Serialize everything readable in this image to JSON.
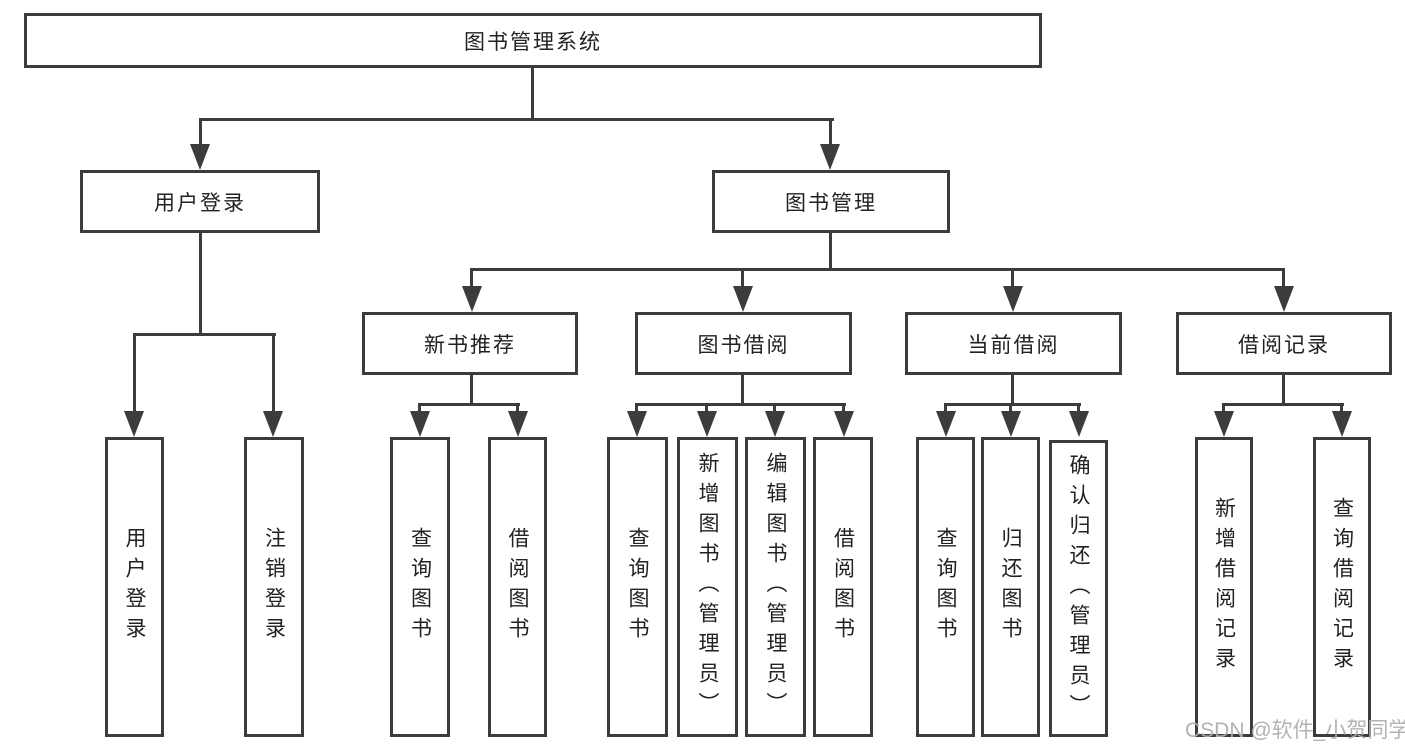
{
  "diagram": {
    "root": {
      "label": "图书管理系统"
    },
    "branches": [
      {
        "label": "用户登录",
        "children": [
          {
            "label": "用户登录"
          },
          {
            "label": "注销登录"
          }
        ]
      },
      {
        "label": "图书管理",
        "children": [
          {
            "label": "新书推荐",
            "children": [
              {
                "label": "查询图书"
              },
              {
                "label": "借阅图书"
              }
            ]
          },
          {
            "label": "图书借阅",
            "children": [
              {
                "label": "查询图书"
              },
              {
                "label": "新增图书（管理员）"
              },
              {
                "label": "编辑图书（管理员）"
              },
              {
                "label": "借阅图书"
              }
            ]
          },
          {
            "label": "当前借阅",
            "children": [
              {
                "label": "查询图书"
              },
              {
                "label": "归还图书"
              },
              {
                "label": "确认归还（管理员）"
              }
            ]
          },
          {
            "label": "借阅记录",
            "children": [
              {
                "label": "新增借阅记录"
              },
              {
                "label": "查询借阅记录"
              }
            ]
          }
        ]
      }
    ]
  },
  "watermark": "CSDN @软件_小贺同学",
  "colors": {
    "line": "#3c3c3c",
    "text": "#222222",
    "background": "#ffffff",
    "watermark": "#afafaf"
  }
}
